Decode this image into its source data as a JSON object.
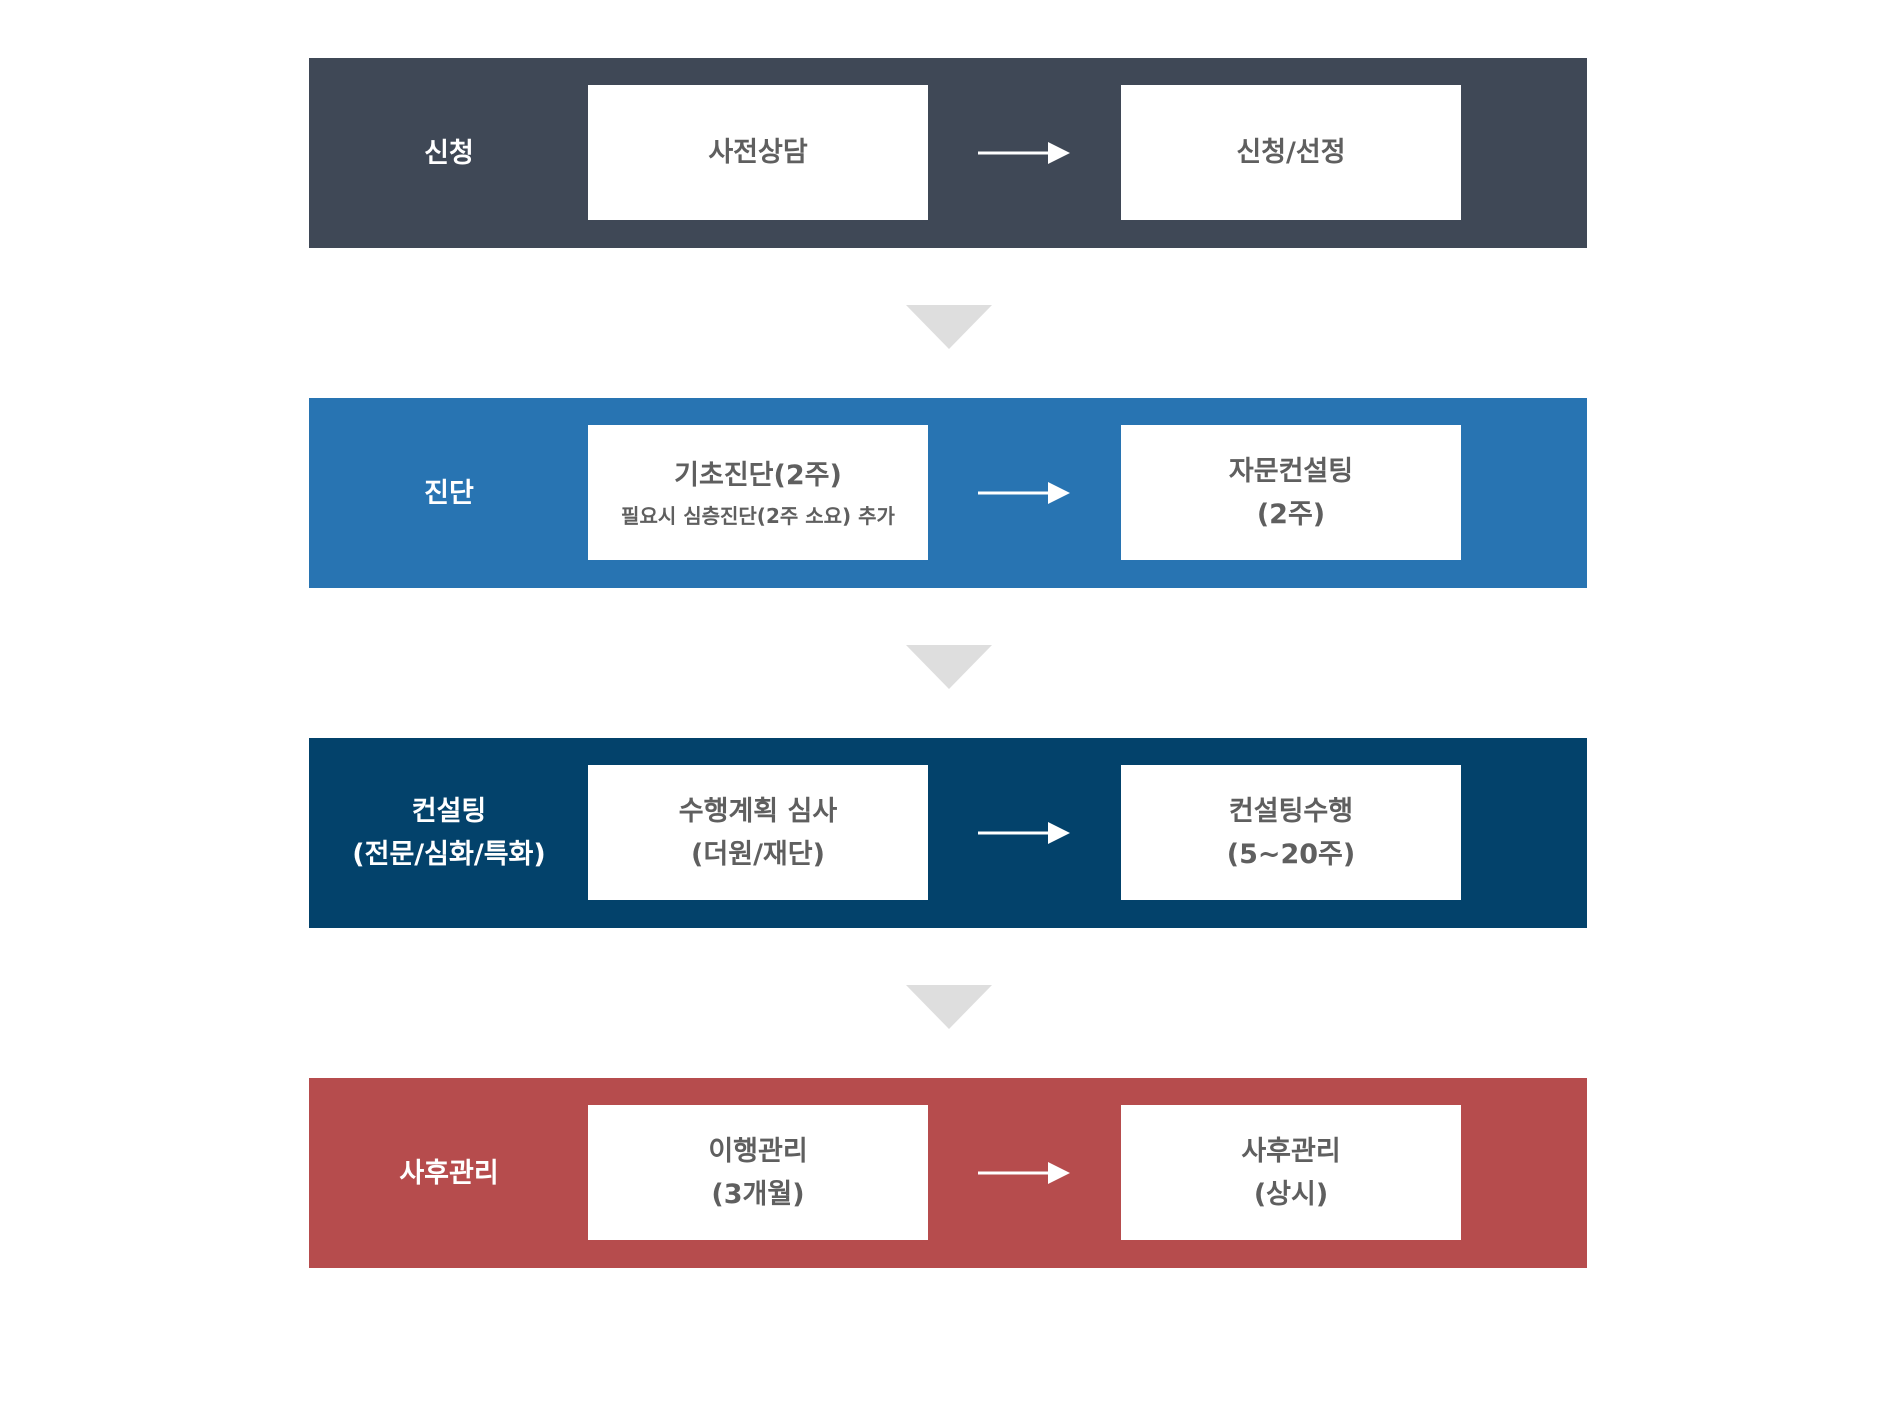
{
  "colors": {
    "band_1": "#3f4856",
    "band_2": "#2874b2",
    "band_3": "#03426b",
    "band_4": "#b64c4d",
    "connector": "#dedede"
  },
  "icons": {
    "step_arrow": "right-arrow-icon",
    "stage_arrow": "down-triangle-icon"
  },
  "stages": [
    {
      "label_line1": "신청",
      "label_line2": "",
      "left_box": {
        "line1": "사전상담",
        "line2": ""
      },
      "right_box": {
        "line1": "신청/선정",
        "line2": ""
      }
    },
    {
      "label_line1": "진단",
      "label_line2": "",
      "left_box": {
        "line1": "기초진단(2주)",
        "line2": "필요시 심층진단(2주 소요) 추가"
      },
      "right_box": {
        "line1": "자문컨설팅",
        "line2": "(2주)"
      }
    },
    {
      "label_line1": "컨설팅",
      "label_line2": "(전문/심화/특화)",
      "left_box": {
        "line1": "수행계획 심사",
        "line2": "(더원/재단)"
      },
      "right_box": {
        "line1": "컨설팅수행",
        "line2": "(5~20주)"
      }
    },
    {
      "label_line1": "사후관리",
      "label_line2": "",
      "left_box": {
        "line1": "이행관리",
        "line2": "(3개월)"
      },
      "right_box": {
        "line1": "사후관리",
        "line2": "(상시)"
      }
    }
  ]
}
